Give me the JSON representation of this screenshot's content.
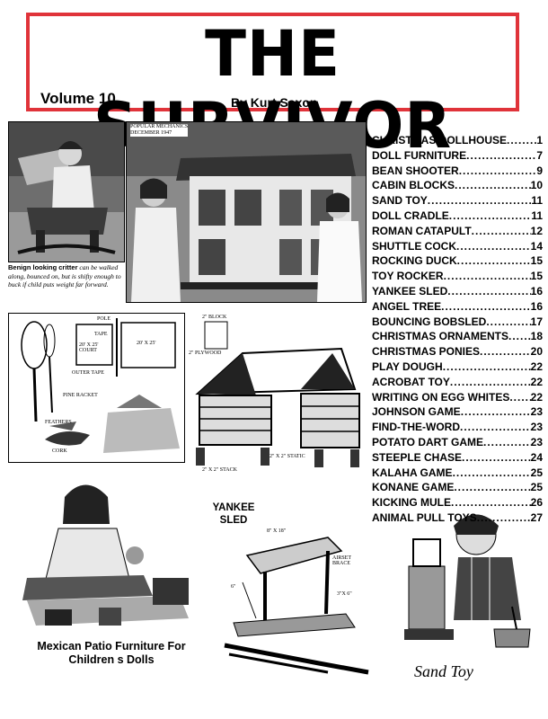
{
  "masthead": {
    "title": "THE SURVIVOR",
    "volume": "Volume 10",
    "byline": "By Kurt Saxon",
    "border_color": "#e0333a"
  },
  "toc": [
    {
      "title": "CHRISTMAS DOLLHOUSE",
      "page": "1"
    },
    {
      "title": "DOLL FURNITURE",
      "page": "7"
    },
    {
      "title": "BEAN SHOOTER",
      "page": "9"
    },
    {
      "title": "CABIN BLOCKS",
      "page": "10"
    },
    {
      "title": "SAND TOY",
      "page": "11"
    },
    {
      "title": "DOLL CRADLE",
      "page": "11"
    },
    {
      "title": "ROMAN CATAPULT",
      "page": "12"
    },
    {
      "title": "SHUTTLE COCK",
      "page": "14"
    },
    {
      "title": "ROCKING DUCK",
      "page": "15"
    },
    {
      "title": "TOY ROCKER",
      "page": "15"
    },
    {
      "title": "YANKEE SLED",
      "page": "16"
    },
    {
      "title": "ANGEL TREE",
      "page": "16"
    },
    {
      "title": "BOUNCING BOBSLED",
      "page": "17"
    },
    {
      "title": "CHRISTMAS ORNAMENTS",
      "page": "18"
    },
    {
      "title": "CHRISTMAS PONIES",
      "page": "20"
    },
    {
      "title": "PLAY DOUGH",
      "page": "22"
    },
    {
      "title": "ACROBAT TOY",
      "page": "22"
    },
    {
      "title": "WRITING ON EGG WHITES",
      "page": "22"
    },
    {
      "title": " JOHNSON  GAME",
      "page": "23"
    },
    {
      "title": "FIND-THE-WORD",
      "page": "23"
    },
    {
      "title": "POTATO DART GAME",
      "page": "23"
    },
    {
      "title": "STEEPLE CHASE",
      "page": "24"
    },
    {
      "title": "KALAHA GAME",
      "page": "25"
    },
    {
      "title": "KONANE GAME",
      "page": "25"
    },
    {
      "title": "KICKING MULE",
      "page": "26"
    },
    {
      "title": "ANIMAL PULL TOYS",
      "page": "27"
    }
  ],
  "photo_caption": {
    "bold": "Benign looking critter",
    "text": " can be walked along, bounced on, but is shifty enough to buck if child puts weight far forward."
  },
  "dollhouse_source": {
    "line1": "POPULAR MECHANICS",
    "line2": "DECEMBER 1947"
  },
  "shuttle_labels": {
    "pole": "POLE",
    "tape": "TAPE",
    "court_small": "20' X 25' COURT",
    "court_large": "20' X 25'",
    "outer_tape": "OUTER TAPE",
    "pine_racket": "PINE RACKET",
    "feathers": "FEATHERS",
    "cork": "CORK"
  },
  "cabin_labels": {
    "a": "2\" BLOCK",
    "b": "2\" PLYWOOD",
    "c": "2\" X 2\" STACK",
    "d": "2\" X 2\" STATIC"
  },
  "sled_labels": {
    "a": "8\" X 18\"",
    "b": "AIRSET BRACE",
    "c": "6\"",
    "d": "3\"X 6\""
  },
  "captions": {
    "mexican": "Mexican Patio Furniture For Children s Dolls",
    "yankee_sled": "YANKEE SLED",
    "sand_toy": "Sand Toy"
  }
}
